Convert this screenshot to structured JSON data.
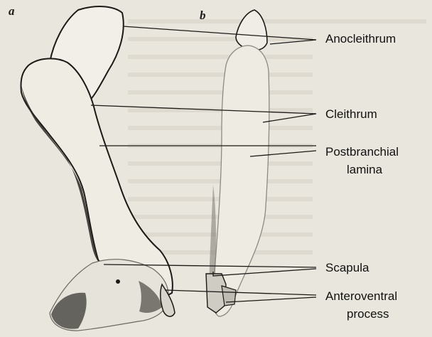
{
  "panels": {
    "a": "a",
    "b": "b"
  },
  "labels": {
    "anocleithrum": "Anocleithrum",
    "cleithrum": "Cleithrum",
    "postbranchial_line1": "Postbranchial",
    "postbranchial_line2": "lamina",
    "scapula": "Scapula",
    "anteroventral_line1": "Anteroventral",
    "anteroventral_line2": "process"
  },
  "colors": {
    "paper": "#e9e6dd",
    "ink": "#1b1a17",
    "bone": "#efece4",
    "shade": "#9d9a92"
  }
}
